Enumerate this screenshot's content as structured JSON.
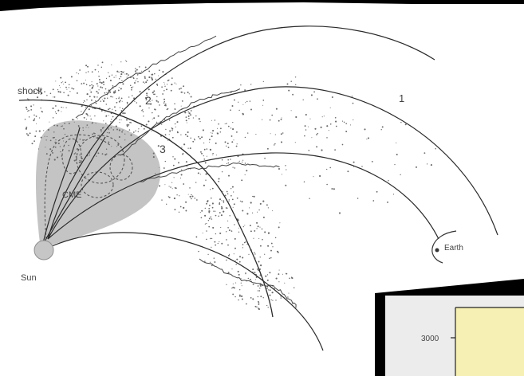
{
  "diagram": {
    "labels": {
      "shock": "shock",
      "region1": "1",
      "region2": "2",
      "region3": "3",
      "cme": "CME",
      "sun": "Sun",
      "earth": "Earth"
    },
    "inset": {
      "tick_label": "3000"
    }
  },
  "colors": {
    "background": "#000000",
    "panel": "#ffffff",
    "cme_fill": "#c4c4c4",
    "line": "#2a2a2a",
    "inset_plot": "#f6f0b4"
  }
}
